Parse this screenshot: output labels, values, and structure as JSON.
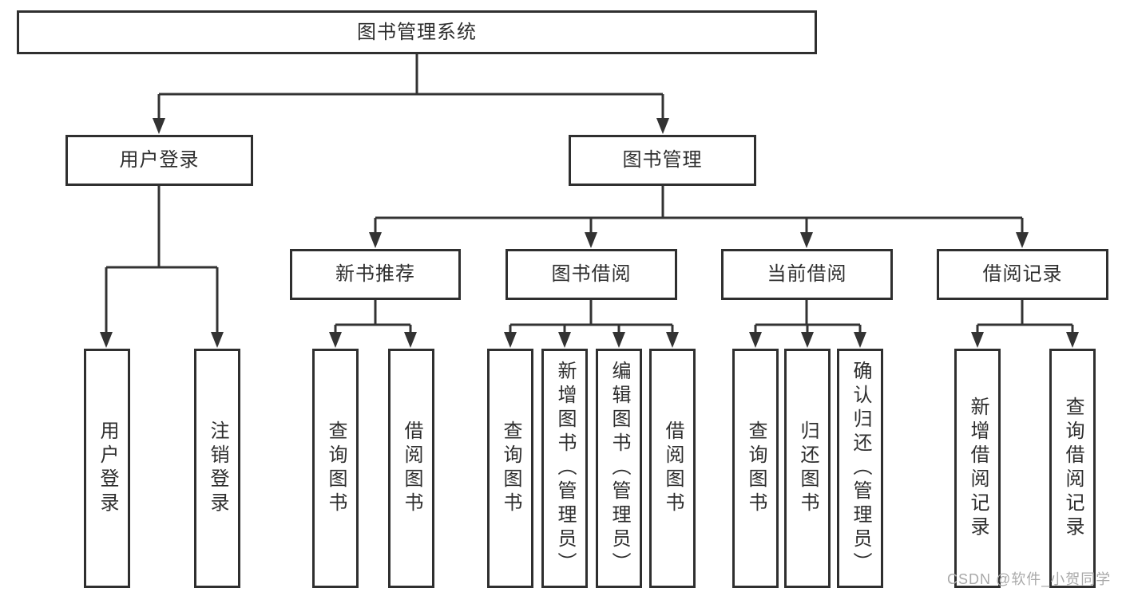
{
  "diagram": {
    "type": "hierarchy-tree",
    "tree": {
      "root": {
        "label": "图书管理系统",
        "children": [
          {
            "label": "用户登录",
            "children": [
              {
                "label": "用户登录"
              },
              {
                "label": "注销登录"
              }
            ]
          },
          {
            "label": "图书管理",
            "children": [
              {
                "label": "新书推荐",
                "children": [
                  {
                    "label": "查询图书"
                  },
                  {
                    "label": "借阅图书"
                  }
                ]
              },
              {
                "label": "图书借阅",
                "children": [
                  {
                    "label": "查询图书"
                  },
                  {
                    "label": "新增图书（管理员）"
                  },
                  {
                    "label": "编辑图书（管理员）"
                  },
                  {
                    "label": "借阅图书"
                  }
                ]
              },
              {
                "label": "当前借阅",
                "children": [
                  {
                    "label": "查询图书"
                  },
                  {
                    "label": "归还图书"
                  },
                  {
                    "label": "确认归还（管理员）"
                  }
                ]
              },
              {
                "label": "借阅记录",
                "children": [
                  {
                    "label": "新增借阅记录"
                  },
                  {
                    "label": "查询借阅记录"
                  }
                ]
              }
            ]
          }
        ]
      }
    },
    "colors": {
      "line": "#333333",
      "box_border": "#2f2f2f",
      "text": "#2e2e2e",
      "background": "#ffffff"
    }
  },
  "watermark": {
    "text": "CSDN @软件_小贺同学",
    "color": "#a9a9a9"
  }
}
